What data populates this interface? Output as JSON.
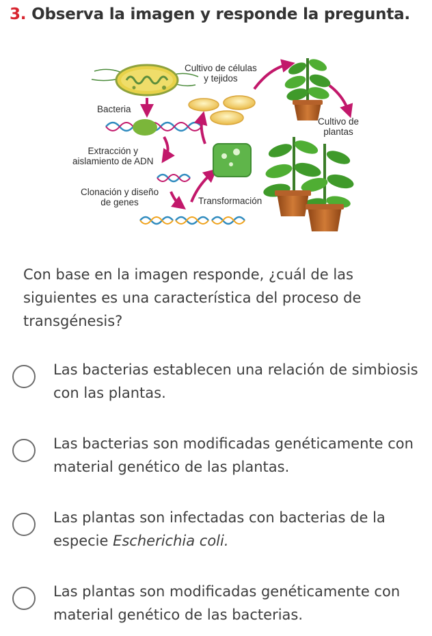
{
  "question": {
    "number": "3.",
    "title": "Observa la imagen y responde la pregunta.",
    "prompt": "Con base en la imagen responde, ¿cuál de las siguientes es una característica del proceso de transgénesis?"
  },
  "figure": {
    "labels": {
      "bacteria": "Bacteria",
      "extraction_line1": "Extracción y",
      "extraction_line2": "aislamiento de ADN",
      "cloning_line1": "Clonación y diseño",
      "cloning_line2": "de genes",
      "transformation": "Transformación",
      "cell_culture_line1": "Cultivo de células",
      "cell_culture_line2": "y tejidos",
      "plant_culture_line1": "Cultivo de",
      "plant_culture_line2": "plantas"
    }
  },
  "options": [
    {
      "text": "Las bacterias establecen una relación de simbiosis con las plantas."
    },
    {
      "text": "Las bacterias son modificadas genéticamente con material genético de las plantas."
    },
    {
      "text_before": "Las plantas son infectadas con bacterias de la especie ",
      "text_italic": "Escherichia coli.",
      "text_after": ""
    },
    {
      "text": "Las plantas son modificadas genéticamente con material genético de las bacterias."
    }
  ],
  "colors": {
    "accent_number": "#d8242f",
    "arrow": "#c2186b",
    "bacterium": "#e8d24a",
    "dna": "#2f8bbf",
    "leaf": "#3f9a2a",
    "pot": "#c06a2a"
  }
}
